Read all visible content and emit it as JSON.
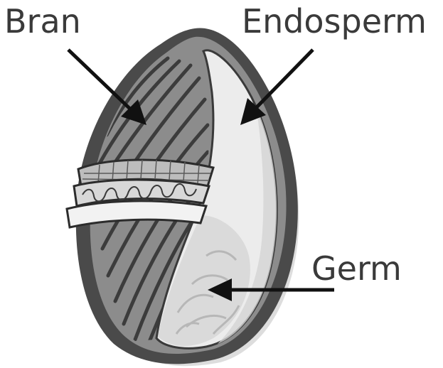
{
  "diagram": {
    "labels": {
      "bran": "Bran",
      "endosperm": "Endosperm",
      "germ": "Germ"
    },
    "colors": {
      "outline": "#4a4a4a",
      "bran": "#8c8c8c",
      "bran_lines": "#3c3c3c",
      "endosperm": "#ececec",
      "germ": "#d6d6d6",
      "shadow": "#c8c8c8",
      "arrow": "#111111",
      "text": "#3a3a3a"
    }
  }
}
